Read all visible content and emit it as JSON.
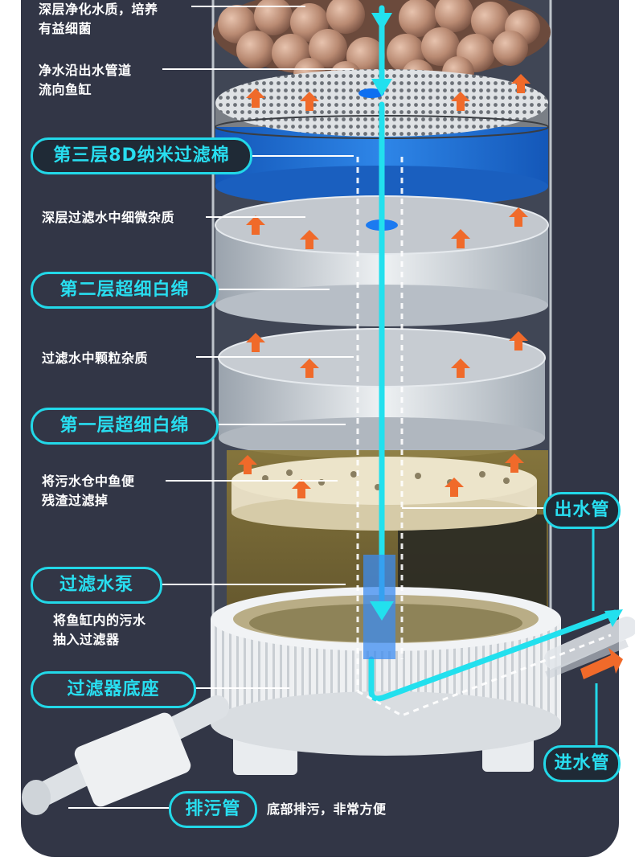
{
  "labels": {
    "activated_carbon_desc": "深层净化水质，培养\n有益细菌",
    "outflow_desc": "净水沿出水管道\n流向鱼缸",
    "layer3_title": "第三层8D纳米过滤棉",
    "layer3_desc": "深层过滤水中细微杂质",
    "layer2_title": "第二层超细白绵",
    "layer2_desc": "过滤水中颗粒杂质",
    "layer1_title": "第一层超细白绵",
    "sediment_desc": "将污水仓中鱼便\n残渣过滤掉",
    "outlet_pipe": "出水管",
    "pump_title": "过滤水泵",
    "pump_desc": "将鱼缸内的污水\n抽入过滤器",
    "base_title": "过滤器底座",
    "inlet_pipe": "进水管",
    "drain_title": "排污管",
    "drain_desc": "底部排污，非常方便"
  },
  "colors": {
    "panel_bg": "#323646",
    "accent_cyan": "#22d8e8",
    "flow_arrow_orange": "#f06a2a",
    "filter_blue": "#1f6fd0"
  }
}
